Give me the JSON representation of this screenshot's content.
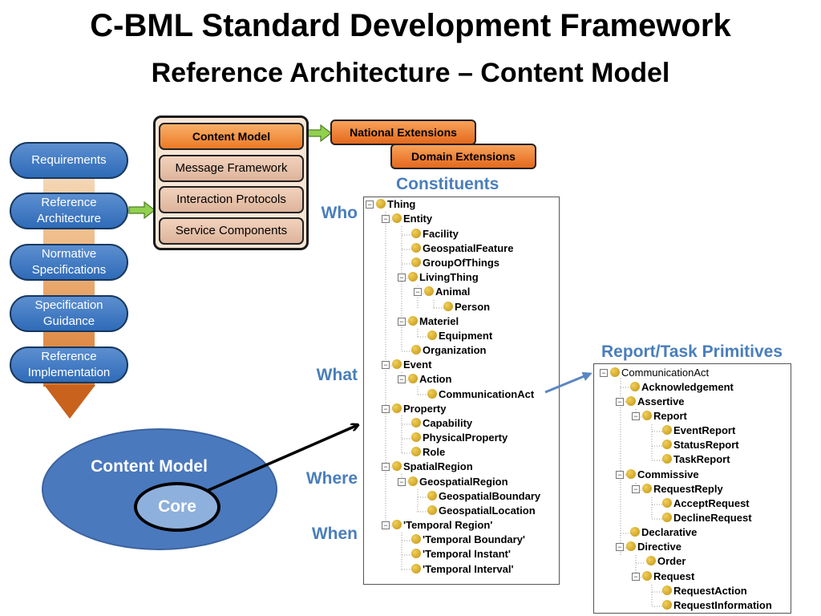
{
  "title": "C-BML Standard Development Framework",
  "subtitle": "Reference Architecture – Content Model",
  "flow": [
    "Requirements",
    "Reference Architecture",
    "Normative Specifications",
    "Specification Guidance",
    "Reference Implementation"
  ],
  "components": [
    "Content Model",
    "Message Framework",
    "Interaction Protocols",
    "Service Components"
  ],
  "extensions": {
    "national": "National Extensions",
    "domain": "Domain Extensions"
  },
  "constituents_label": "Constituents",
  "report_label": "Report/Task Primitives",
  "axis_labels": {
    "who": "Who",
    "what": "What",
    "where": "Where",
    "when": "When"
  },
  "content_model_label": "Content Model",
  "core_label": "Core",
  "constituents_tree": [
    {
      "label": "Thing"
    },
    {
      "label": "Entity"
    },
    {
      "label": "Facility"
    },
    {
      "label": "GeospatialFeature"
    },
    {
      "label": "GroupOfThings"
    },
    {
      "label": "LivingThing"
    },
    {
      "label": "Animal"
    },
    {
      "label": "Person"
    },
    {
      "label": "Materiel"
    },
    {
      "label": "Equipment"
    },
    {
      "label": "Organization"
    },
    {
      "label": "Event"
    },
    {
      "label": "Action"
    },
    {
      "label": "CommunicationAct"
    },
    {
      "label": "Property"
    },
    {
      "label": "Capability"
    },
    {
      "label": "PhysicalProperty"
    },
    {
      "label": "Role"
    },
    {
      "label": "SpatialRegion"
    },
    {
      "label": "GeospatialRegion"
    },
    {
      "label": "GeospatialBoundary"
    },
    {
      "label": "GeospatialLocation"
    },
    {
      "label": "'Temporal Region'"
    },
    {
      "label": "'Temporal Boundary'"
    },
    {
      "label": "'Temporal Instant'"
    },
    {
      "label": "'Temporal Interval'"
    }
  ],
  "report_tree": [
    {
      "label": "CommunicationAct"
    },
    {
      "label": "Acknowledgement"
    },
    {
      "label": "Assertive"
    },
    {
      "label": "Report"
    },
    {
      "label": "EventReport"
    },
    {
      "label": "StatusReport"
    },
    {
      "label": "TaskReport"
    },
    {
      "label": "Commissive"
    },
    {
      "label": "RequestReply"
    },
    {
      "label": "AcceptRequest"
    },
    {
      "label": "DeclineRequest"
    },
    {
      "label": "Declarative"
    },
    {
      "label": "Directive"
    },
    {
      "label": "Order"
    },
    {
      "label": "Request"
    },
    {
      "label": "RequestAction"
    },
    {
      "label": "RequestInformation"
    }
  ]
}
